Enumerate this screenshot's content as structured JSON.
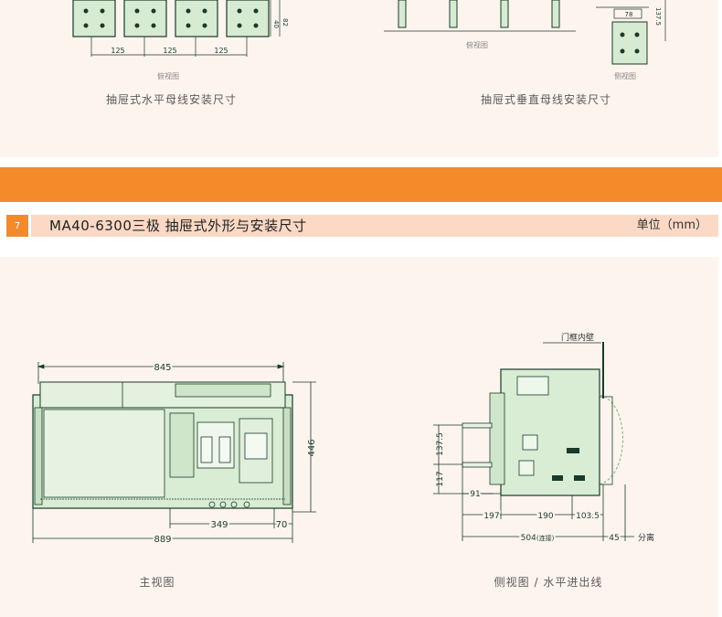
{
  "top_section": {
    "left_caption": "抽屉式水平母线安装尺寸",
    "right_caption": "抽屉式垂直母线安装尺寸",
    "left_view_label": "俯视图",
    "right_view_label_top": "俯视图",
    "right_view_label_side": "侧视图",
    "left_dims": {
      "spacing_1": "125",
      "spacing_2": "125",
      "spacing_3": "125",
      "h1": "40",
      "h2": "82"
    },
    "right_dims": {
      "width": "78",
      "height": "137.5"
    }
  },
  "section": {
    "number": "7",
    "title": "MA40-6300三极 抽屉式外形与安装尺寸",
    "unit": "单位（mm）"
  },
  "front_view": {
    "caption": "主视图",
    "dims": {
      "width_top": "845",
      "width_bottom": "889",
      "height": "446",
      "dim_349": "349",
      "dim_70": "70"
    }
  },
  "side_view": {
    "caption": "侧视图 / 水平进出线",
    "door_label": "门框内壁",
    "separation_label": "分离",
    "dims": {
      "d137_5": "137.5",
      "d117": "117",
      "d91": "91",
      "d197": "197",
      "d190": "190",
      "d103_5": "103.5",
      "d504": "504",
      "d504_note": "(连接)",
      "d45": "45"
    }
  }
}
